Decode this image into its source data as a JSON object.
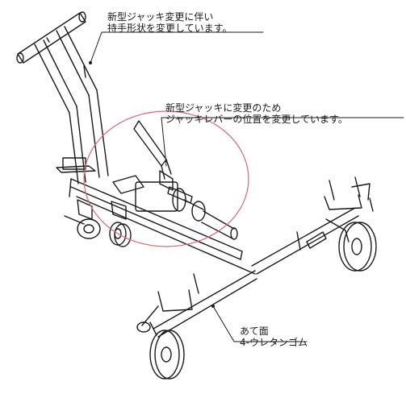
{
  "annotations": {
    "handle_note": {
      "line1": "新型ジャッキ変更に伴い",
      "line2": "持手形状を変更しています。"
    },
    "lever_note": {
      "line1": "新型ジャッキに変更のため",
      "line2": "ジャッキレバーの位置を変更しています。"
    },
    "pad_note": {
      "line1": "あて面",
      "line2": "4-ウレタンゴム"
    }
  },
  "colors": {
    "ink": "#1a1a1a",
    "highlight_circle": "#d9677a"
  }
}
